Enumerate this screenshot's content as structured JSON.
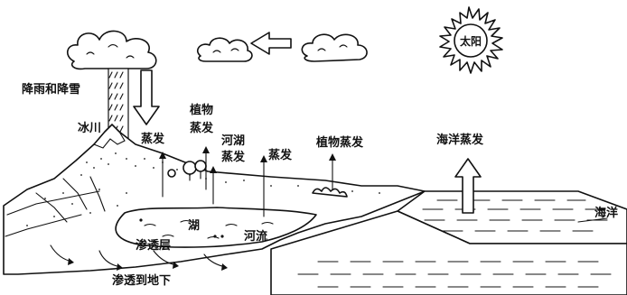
{
  "labels": {
    "sun": "太阳",
    "rain_snow": "降雨和降雪",
    "glacier": "冰川",
    "evaporation_left": "蒸发",
    "plant_transpiration_1": "植物",
    "plant_transpiration_2": "蒸发",
    "river_lake_1": "河湖",
    "river_lake_2": "蒸发",
    "evaporation_mid": "蒸发",
    "plant_evaporation": "植物蒸发",
    "ocean_evaporation": "海洋蒸发",
    "ocean": "海洋",
    "lake": "湖",
    "river": "河流",
    "infiltration_layer": "渗透层",
    "infiltration_underground": "渗透到地下"
  }
}
